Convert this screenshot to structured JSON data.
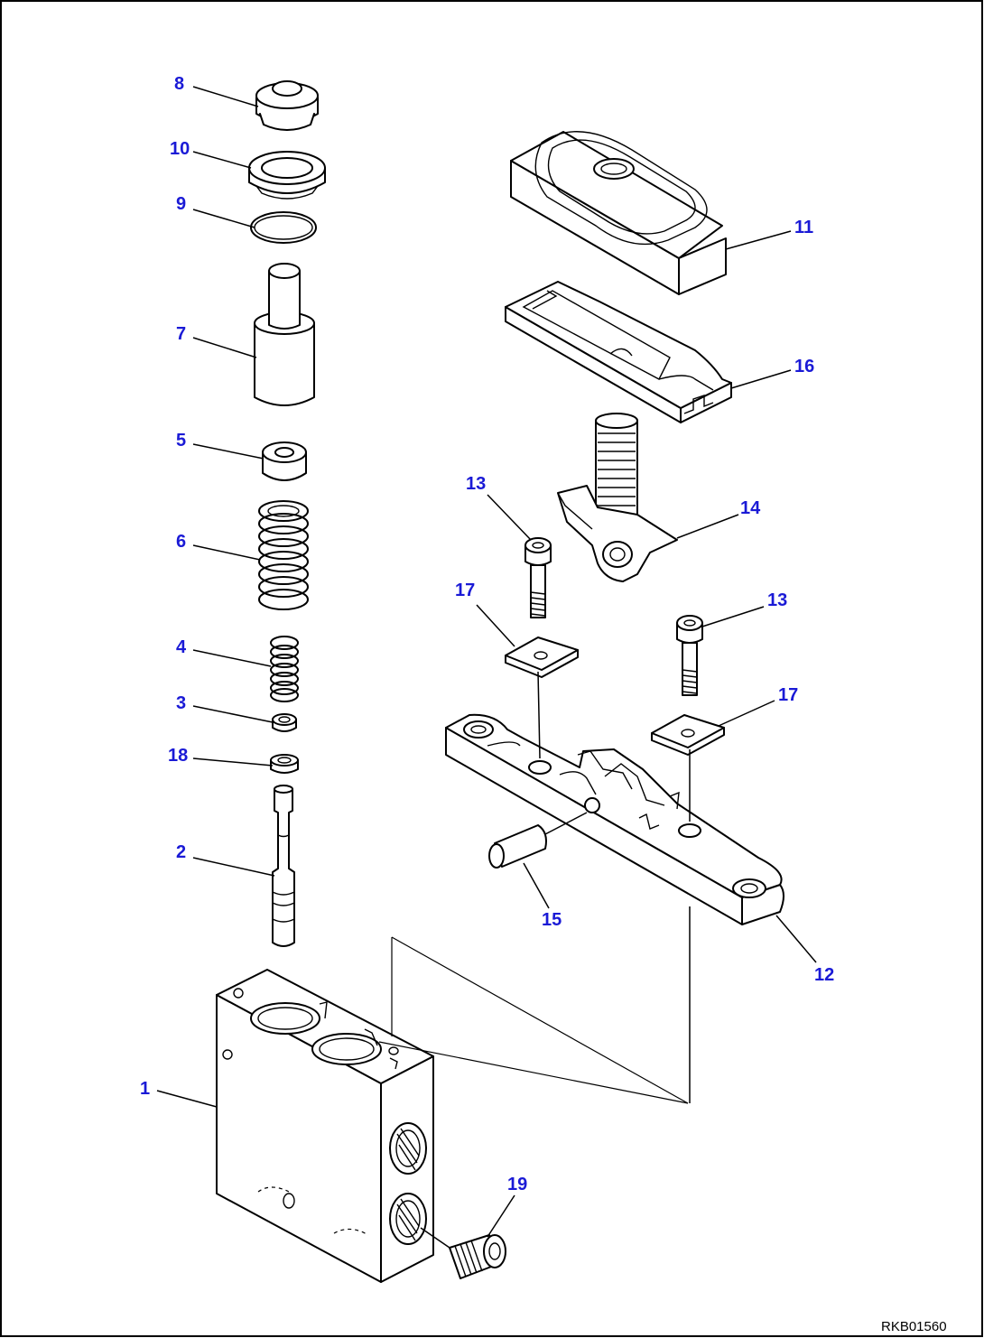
{
  "drawing_code": "RKB01560",
  "callout_color": "#1a1ad6",
  "callouts": [
    "8",
    "10",
    "9",
    "7",
    "5",
    "6",
    "4",
    "3",
    "18",
    "2",
    "1",
    "19",
    "11",
    "16",
    "13",
    "14",
    "17",
    "13",
    "17",
    "15",
    "12"
  ]
}
